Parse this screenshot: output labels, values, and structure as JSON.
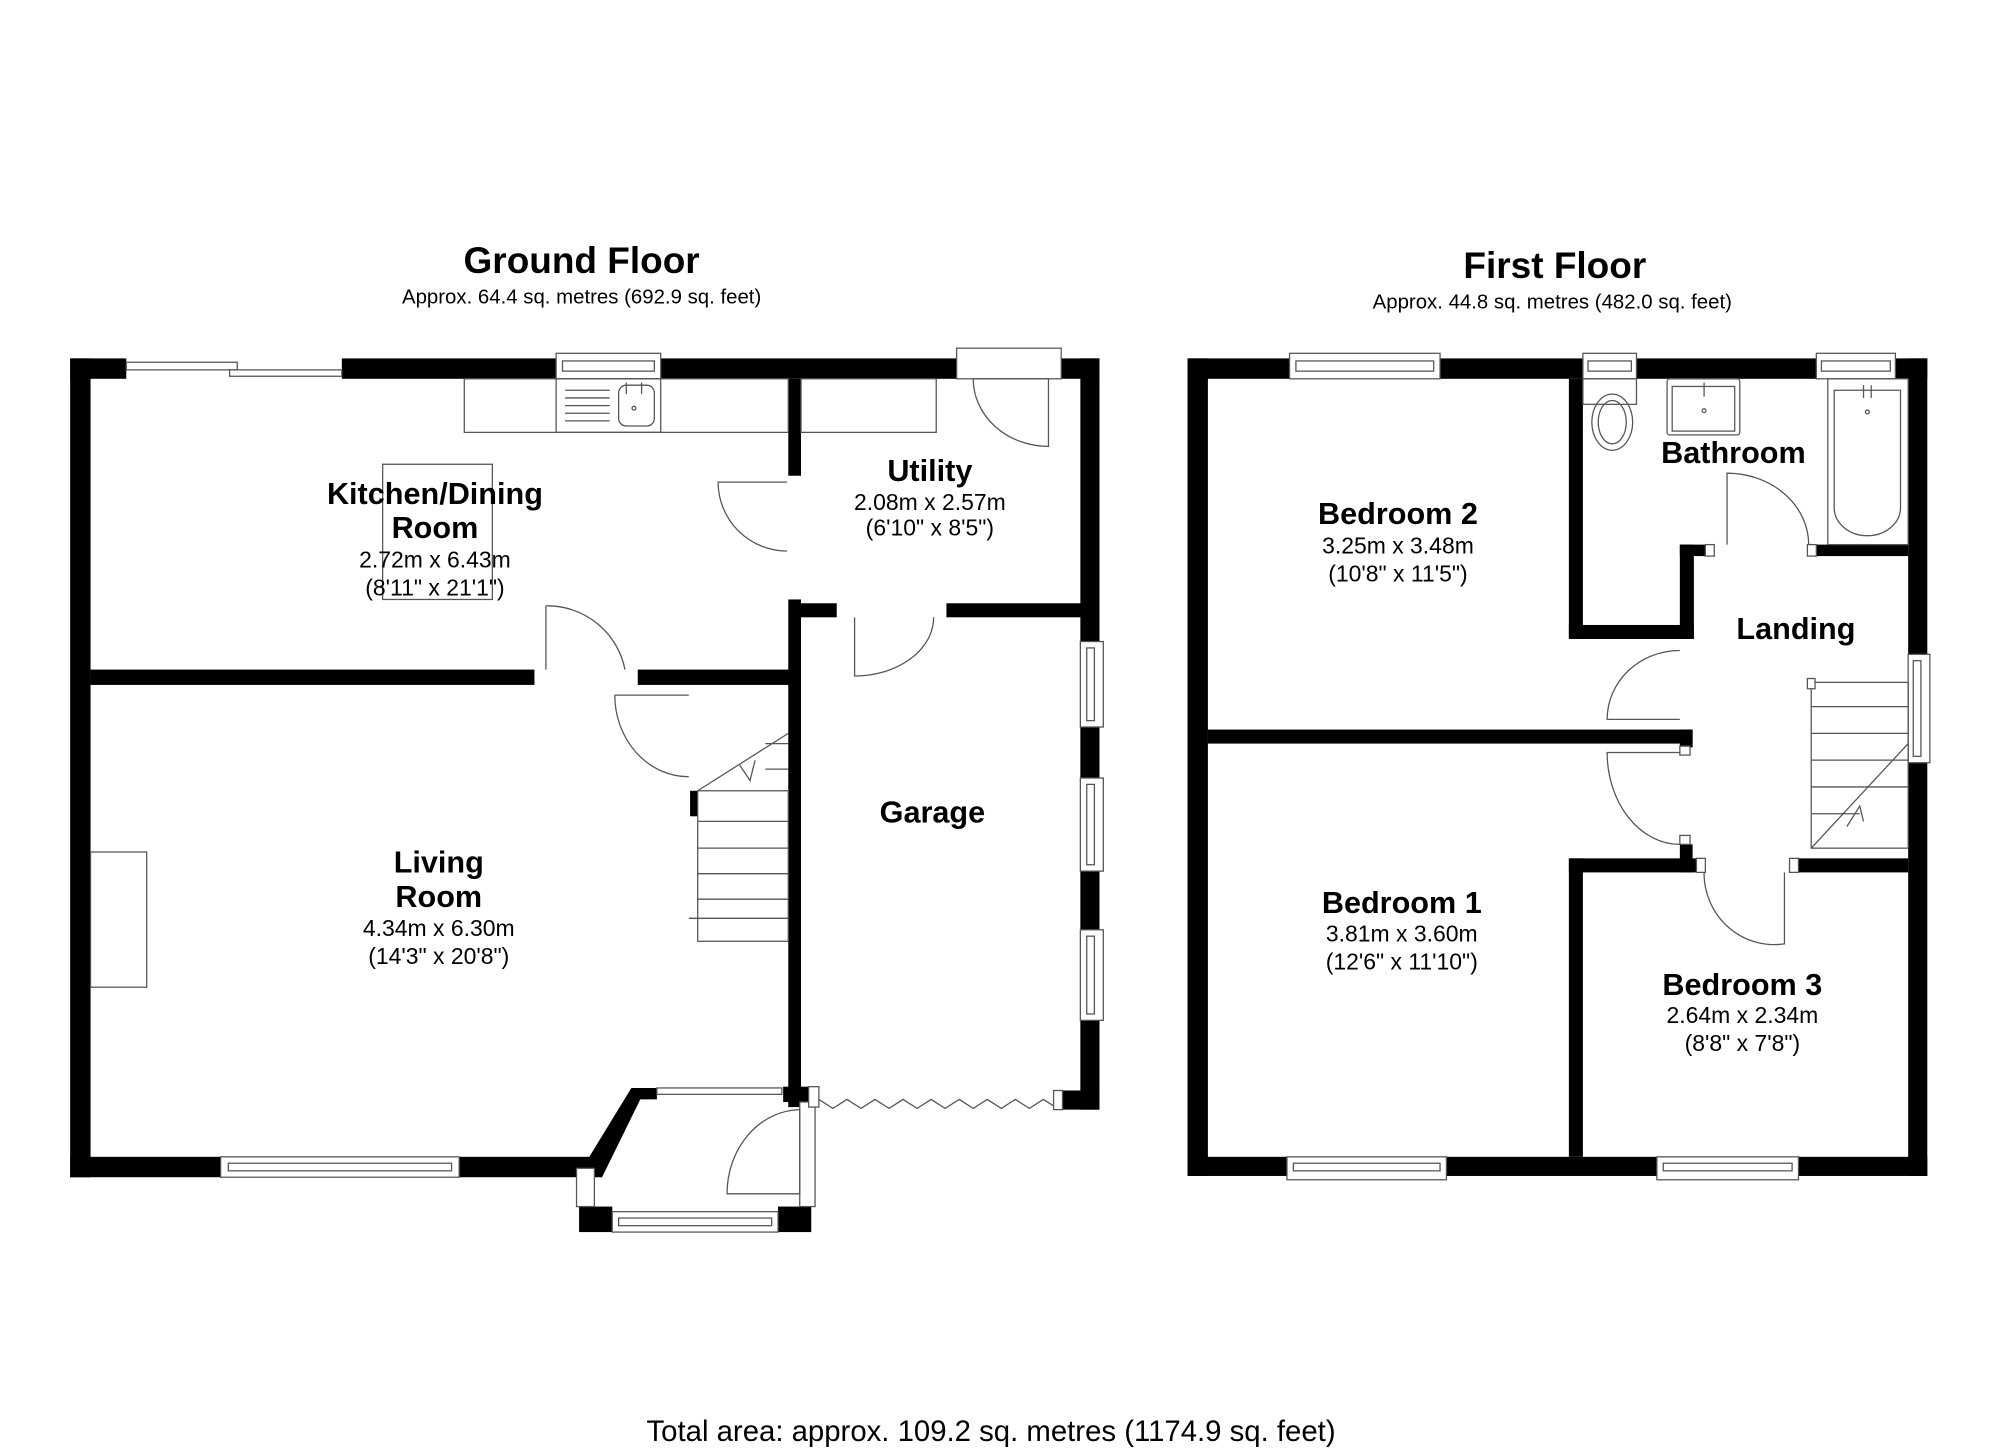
{
  "ground_floor": {
    "title": "Ground Floor",
    "area": "Approx. 64.4 sq. metres (692.9 sq. feet)",
    "rooms": [
      {
        "name_line1": "Kitchen/Dining",
        "name_line2": "Room",
        "dims_m": "2.72m x 6.43m",
        "dims_ft": "(8'11\" x 21'1\")"
      },
      {
        "name_line1": "Utility",
        "dims_m": "2.08m x 2.57m",
        "dims_ft": "(6'10\" x 8'5\")"
      },
      {
        "name_line1": "Living",
        "name_line2": "Room",
        "dims_m": "4.34m x 6.30m",
        "dims_ft": "(14'3\" x 20'8\")"
      },
      {
        "name_line1": "Garage"
      }
    ]
  },
  "first_floor": {
    "title": "First Floor",
    "area": "Approx. 44.8 sq. metres (482.0 sq. feet)",
    "rooms": [
      {
        "name_line1": "Bedroom 2",
        "dims_m": "3.25m x 3.48m",
        "dims_ft": "(10'8\" x 11'5\")"
      },
      {
        "name_line1": "Bathroom"
      },
      {
        "name_line1": "Landing"
      },
      {
        "name_line1": "Bedroom 1",
        "dims_m": "3.81m x 3.60m",
        "dims_ft": "(12'6\" x 11'10\")"
      },
      {
        "name_line1": "Bedroom 3",
        "dims_m": "2.64m x 2.34m",
        "dims_ft": "(8'8\" x 7'8\")"
      }
    ]
  },
  "total_area": "Total area: approx. 109.2 sq. metres (1174.9 sq. feet)",
  "colors": {
    "wall": "#000000",
    "background": "#ffffff",
    "fixture_line": "#555555"
  }
}
